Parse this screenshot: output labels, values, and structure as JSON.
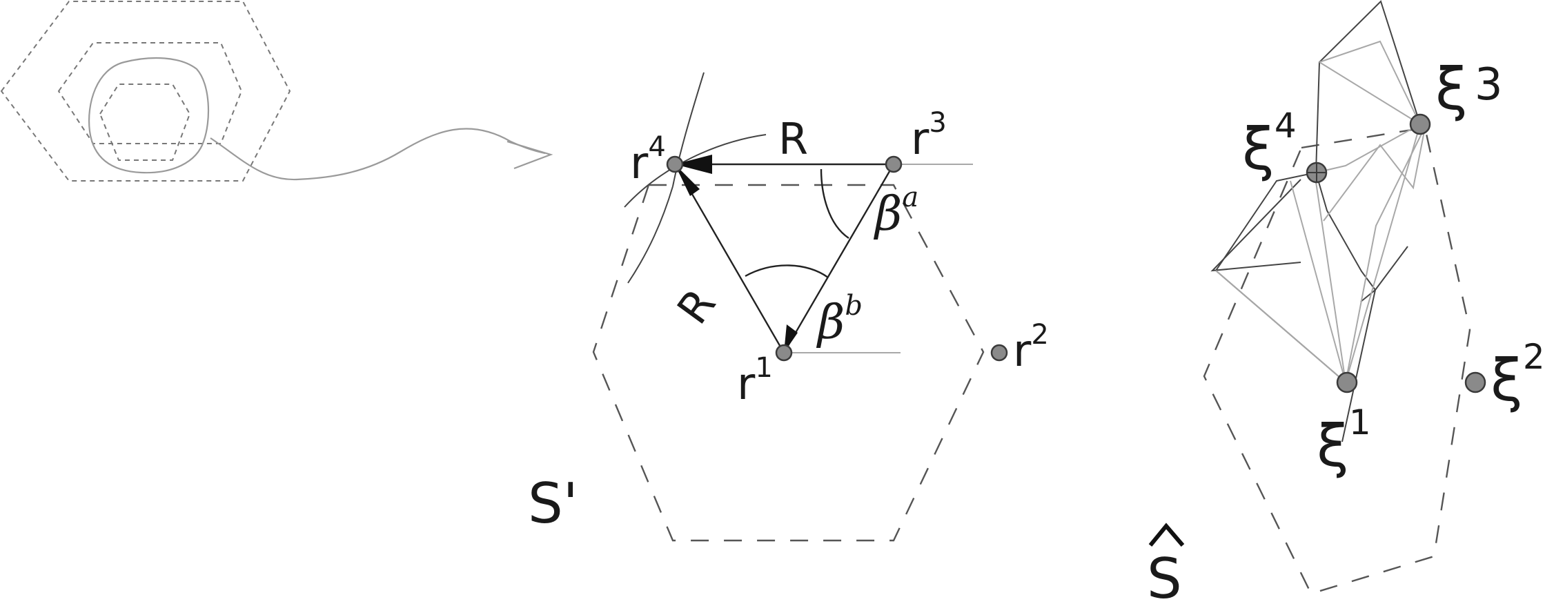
{
  "colors": {
    "ink": "#1a1a1a",
    "dot_fill": "#8a8a8a",
    "light_line": "#a8a8a8",
    "background": "#ffffff"
  },
  "labels": {
    "r4": "r",
    "r4_sup": "4",
    "r3": "r",
    "r3_sup": "3",
    "r2": "r",
    "r2_sup": "2",
    "r1": "r",
    "r1_sup": "1",
    "R_top": "R",
    "R_left": "R",
    "beta_a": "β",
    "beta_a_sup": "a",
    "beta_b": "β",
    "beta_b_sup": "b",
    "S_prime": "S'",
    "S_hat": "S",
    "xi4": "ξ",
    "xi4_sup": "4",
    "xi3": "ξ",
    "xi3_num": "3",
    "xi2": "ξ",
    "xi2_sup": "2",
    "xi1": "ξ",
    "xi1_sup": "1"
  },
  "icons": {
    "arrow": "curved-arrow-icon",
    "hat": "hat-accent-icon"
  }
}
